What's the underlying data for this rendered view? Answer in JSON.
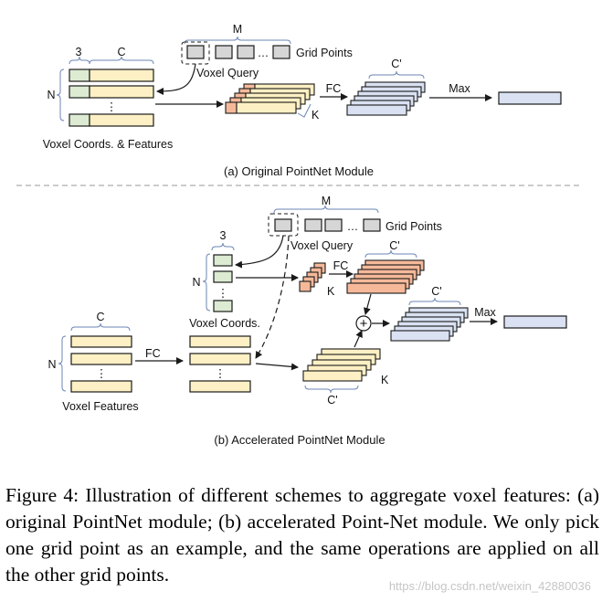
{
  "colors": {
    "yellow": "#fdf0c4",
    "green": "#dcebd2",
    "gray": "#d6d6d6",
    "orange": "#f5b99a",
    "blue": "#d9e1f2",
    "stroke": "#1a1a1a"
  },
  "panel_a": {
    "label_3": "3",
    "label_C": "C",
    "label_N": "N",
    "dots": "⋮",
    "label_M": "M",
    "grid_points": "Grid Points",
    "grid_dots": "…",
    "voxel_query": "Voxel Query",
    "voxel_coords_features": "Voxel Coords. & Features",
    "fc": "FC",
    "c_prime": "C'",
    "k": "K",
    "max": "Max",
    "title": "(a) Original PointNet Module"
  },
  "panel_b": {
    "label_M": "M",
    "grid_points": "Grid Points",
    "grid_dots": "…",
    "voxel_query": "Voxel Query",
    "label_3": "3",
    "label_N_coords": "N",
    "dots": "⋮",
    "voxel_coords": "Voxel Coords.",
    "fc_top": "FC",
    "k_top": "K",
    "c_prime_top": "C'",
    "label_C": "C",
    "label_N_features": "N",
    "voxel_features": "Voxel Features",
    "fc_bottom": "FC",
    "k_bottom": "K",
    "c_prime_bottom": "C'",
    "plus": "+",
    "c_prime_out": "C'",
    "max": "Max",
    "title": "(b) Accelerated PointNet Module"
  },
  "caption": "Figure 4: Illustration of different schemes to aggregate voxel features: (a) original PointNet module; (b) accelerated Point-Net module. We only pick one grid point as an example, and the same operations are applied on all the other grid points.",
  "watermark": "https://blog.csdn.net/weixin_42880036"
}
